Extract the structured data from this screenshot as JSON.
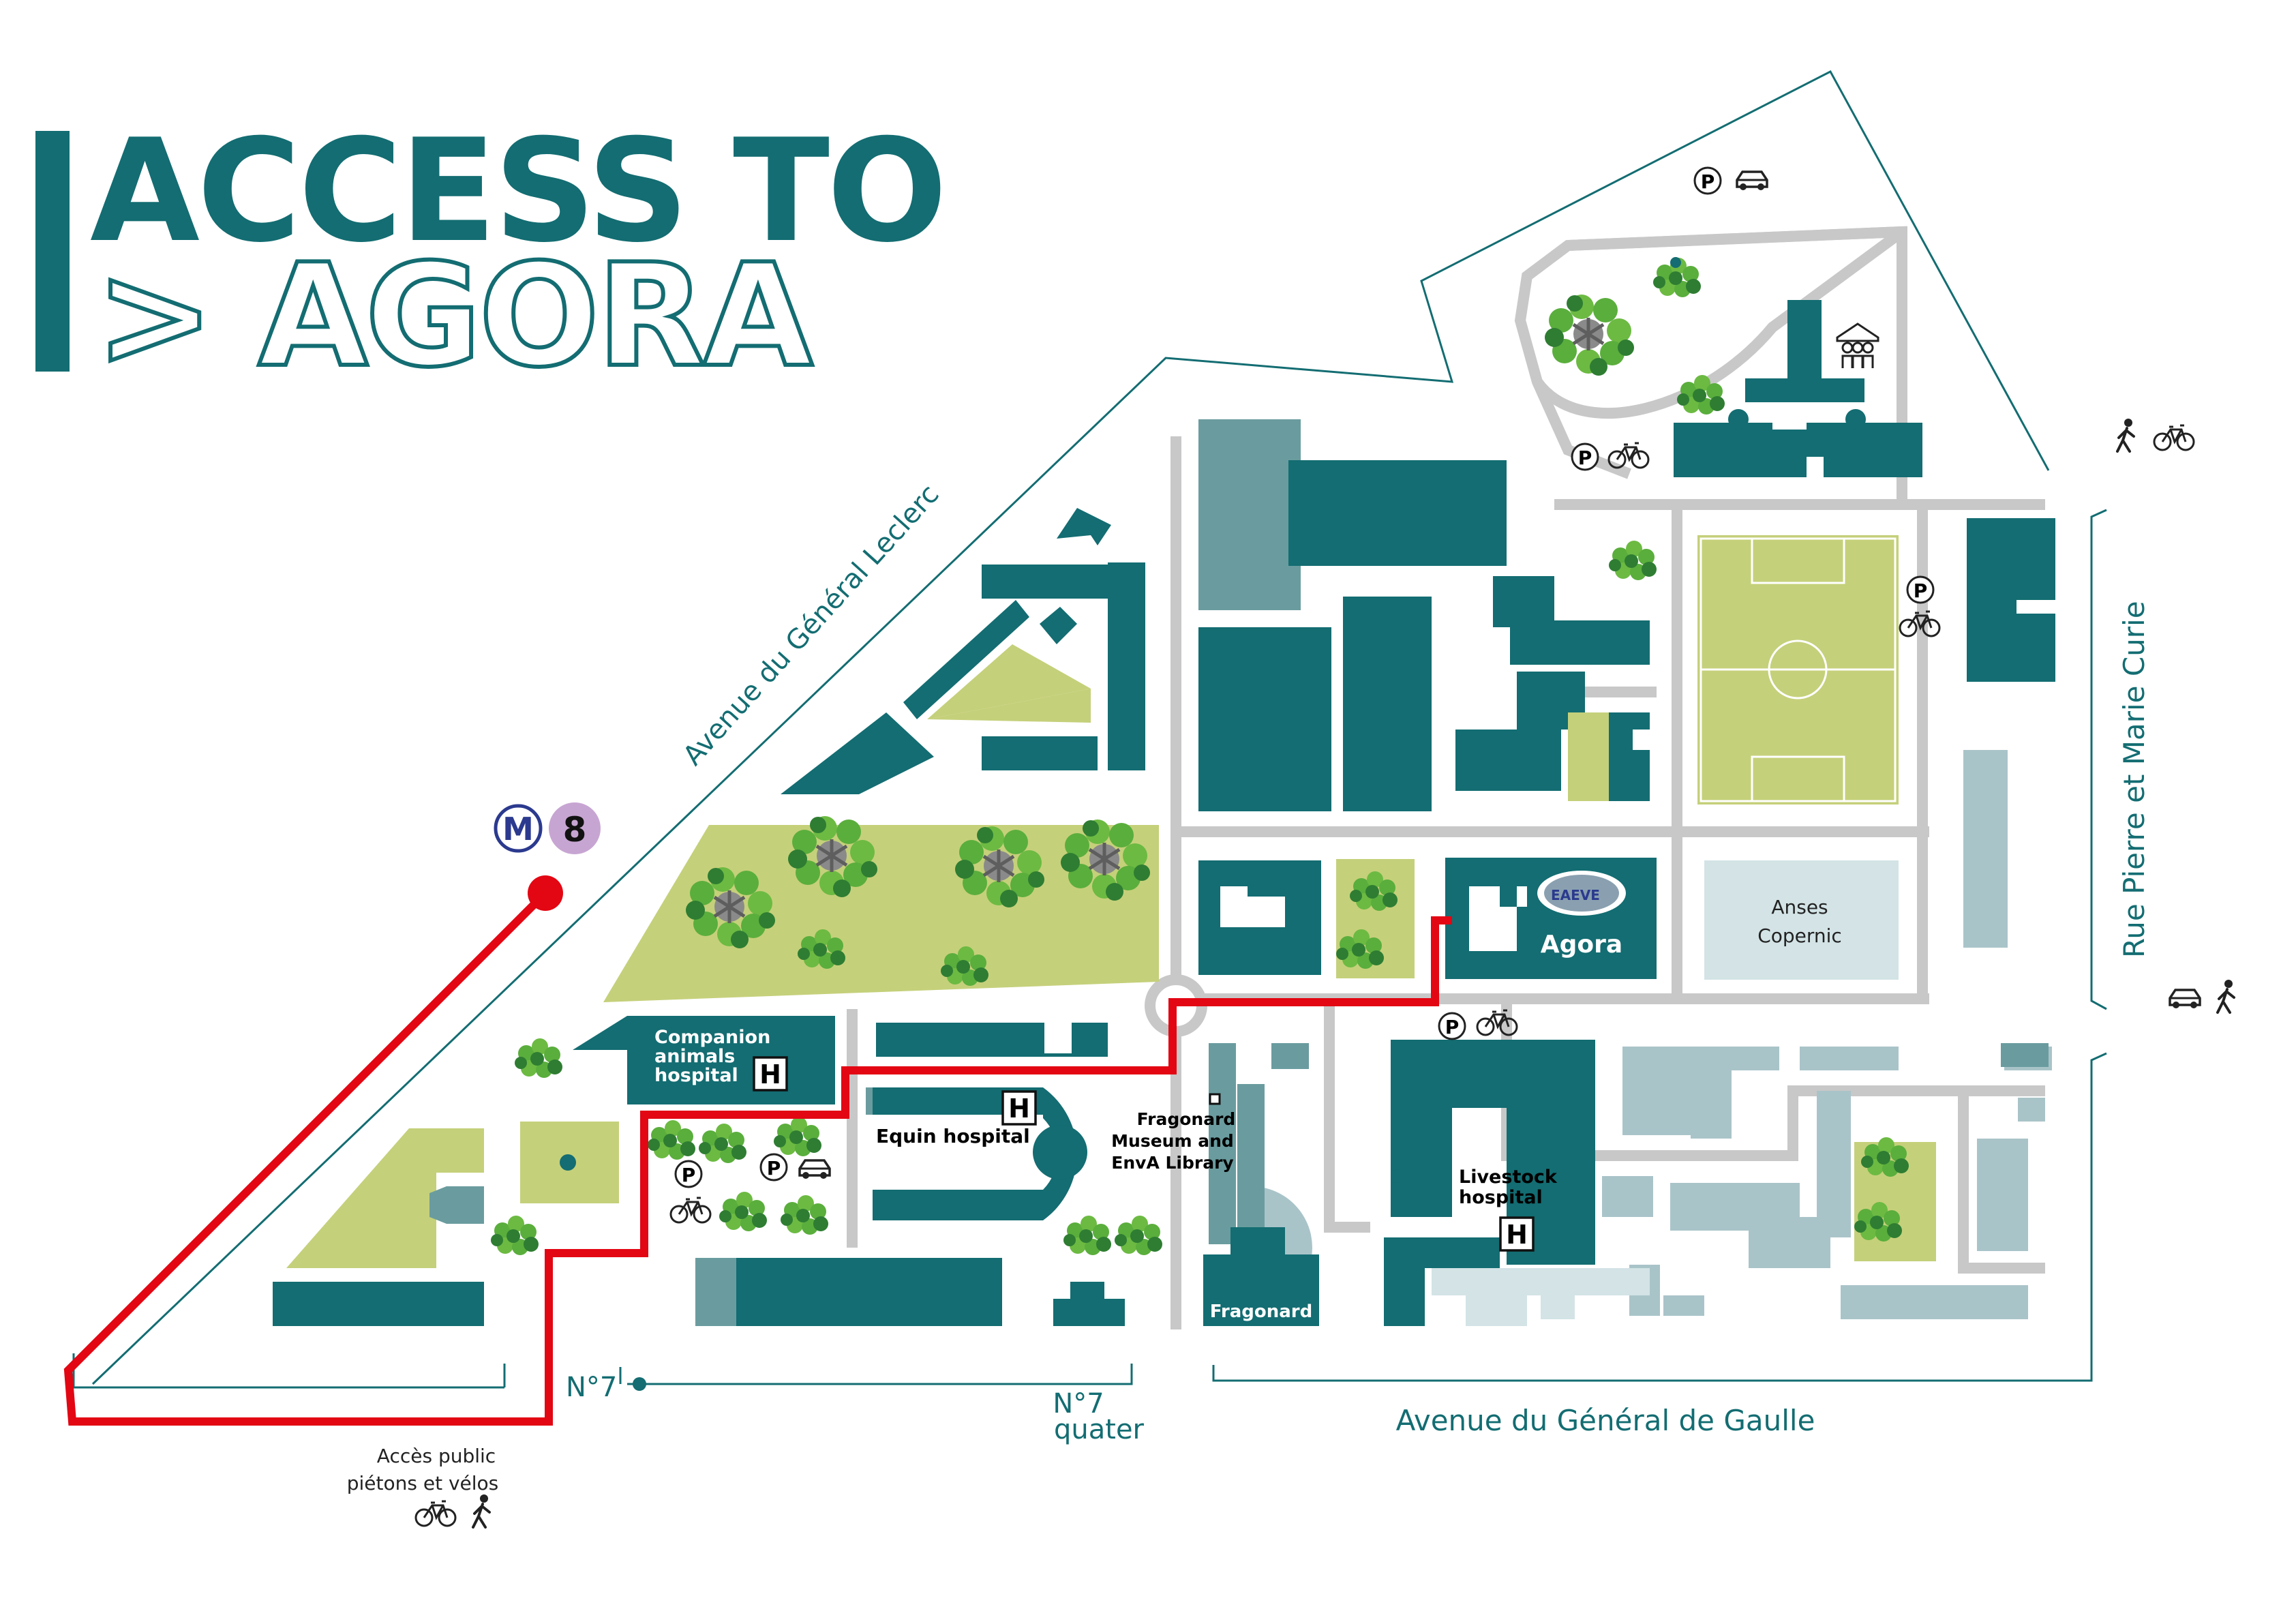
{
  "title": {
    "line1": "ACCESS TO",
    "line2": "> AGORA"
  },
  "roads": {
    "avenue_leclerc": "Avenue du Général Leclerc",
    "avenue_gaulle": "Avenue du Général de Gaulle",
    "rue_curie": "Rue Pierre et Marie Curie"
  },
  "entrances": {
    "n7": "N°7",
    "n7_quater_1": "N°7",
    "n7_quater_2": "quater",
    "public_access_1": "Accès public",
    "public_access_2": "piétons et vélos"
  },
  "metro": {
    "symbol": "M",
    "line": "8"
  },
  "buildings": {
    "agora": "Agora",
    "agora_logo": "EAEVE",
    "anses_1": "Anses",
    "anses_2": "Copernic",
    "companion_1": "Companion",
    "companion_2": "animals",
    "companion_3": "hospital",
    "equin": "Equin hospital",
    "fragonard": "Fragonard",
    "museum_1": "Fragonard",
    "museum_2": "Museum and",
    "museum_3": "EnvA Library",
    "livestock_1": "Livestock",
    "livestock_2": "hospital",
    "hospital_letter": "H",
    "parking_letter": "P"
  },
  "colors": {
    "teal": "#136d72",
    "teal_light": "#6a9c9f",
    "grey_blue": "#a9c4c9",
    "pale_blue": "#d3e3e6",
    "green": "#c5d07a",
    "road": "#c8c8c8",
    "route": "#e30613",
    "metro_blue": "#2b3a8e",
    "metro_purple": "#c7a5d2"
  },
  "icons": [
    "metro-icon",
    "pedestrian-icon",
    "bicycle-icon",
    "car-icon",
    "parking-icon",
    "hospital-icon",
    "tree-icon",
    "people-icon"
  ]
}
